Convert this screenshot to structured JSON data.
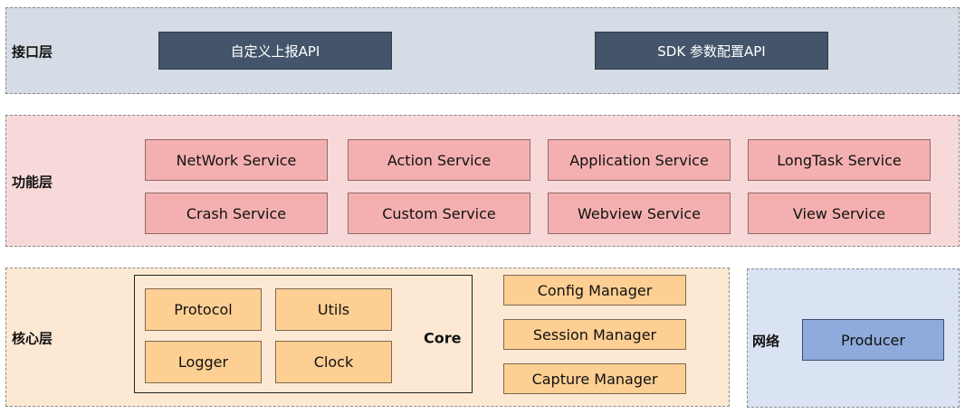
{
  "interface_layer": {
    "label": "接口层",
    "apis": [
      "自定义上报API",
      "SDK 参数配置API"
    ]
  },
  "function_layer": {
    "label": "功能层",
    "services": [
      "NetWork Service",
      "Action Service",
      "Application Service",
      "LongTask Service",
      "Crash Service",
      "Custom Service",
      "Webview Service",
      "View Service"
    ]
  },
  "core_layer": {
    "label": "核心层",
    "core": {
      "label": "Core",
      "modules": [
        "Protocol",
        "Utils",
        "Logger",
        "Clock"
      ]
    },
    "managers": [
      "Config Manager",
      "Session Manager",
      "Capture Manager"
    ]
  },
  "network_layer": {
    "label": "网络",
    "producer": "Producer"
  },
  "colors": {
    "interface_bg": "#d6dce5",
    "api_box": "#44546a",
    "function_bg": "#f8d9da",
    "service_box": "#f4b0b0",
    "core_bg": "#fde9d3",
    "core_box": "#fdcf93",
    "network_bg": "#dae3f3",
    "producer_box": "#8faadc"
  }
}
